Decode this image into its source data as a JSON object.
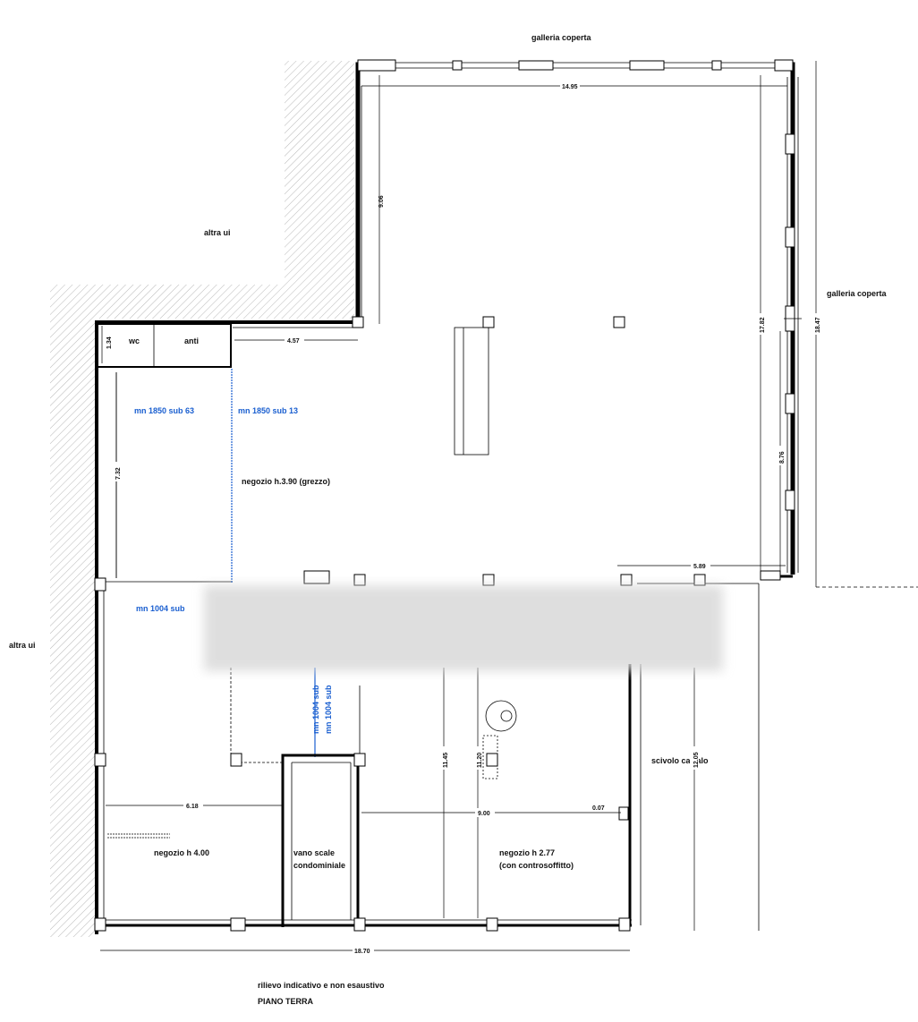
{
  "labels": {
    "galleria_top": "galleria coperta",
    "galleria_right": "galleria coperta",
    "altra_ui_top": "altra ui",
    "altra_ui_left": "altra ui",
    "wc": "wc",
    "anti": "anti",
    "mn_sub63": "mn 1850 sub 63",
    "mn_sub13": "mn 1850 sub 13",
    "negozio_grezzo": "negozio h.3.90 (grezzo)",
    "mn_1004_sub": "mn 1004 sub",
    "mn_1004_sub_v1": "mn 1004 sub",
    "mn_1004_sub_v2": "mn 1004 sub",
    "negozio_400": "negozio h 4.00",
    "vano_scale_1": "vano scale",
    "vano_scale_2": "condominiale",
    "negozio_277_1": "negozio h 2.77",
    "negozio_277_2": "(con controsoffitto)",
    "scivolo": "scivolo carralo",
    "footer_1": "rilievo indicativo e non esaustivo",
    "footer_2": "PIANO TERRA"
  },
  "dimensions": {
    "d1495": "14.95",
    "d906": "9.06",
    "d457": "4.57",
    "d134": "1.34",
    "d732": "7.32",
    "d1782": "17.82",
    "d1847": "18.47",
    "d876": "8.76",
    "d589": "5.89",
    "d1145": "11.45",
    "d1120": "11.20",
    "d1205": "12.05",
    "d618": "6.18",
    "d900": "9.00",
    "d007": "0.07",
    "d1870": "18.70"
  },
  "colors": {
    "line": "#000000",
    "mn_label": "#1a5fd0",
    "hatch": "#999999"
  }
}
